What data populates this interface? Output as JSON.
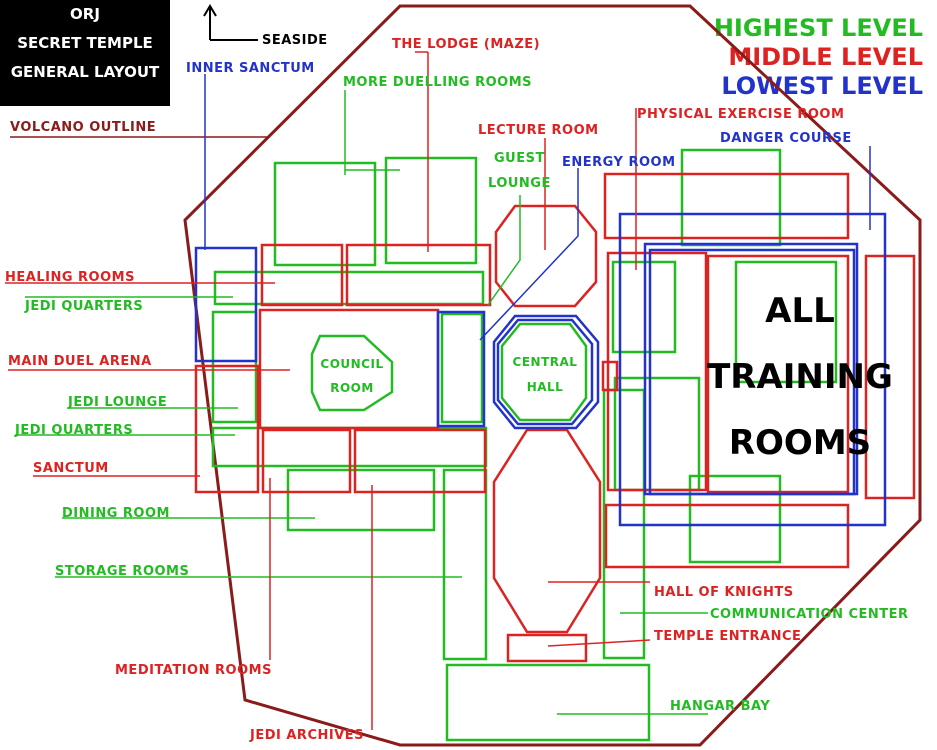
{
  "header": {
    "line1": "ORJ",
    "line2": "SECRET TEMPLE",
    "line3": "GENERAL LAYOUT"
  },
  "legend": {
    "highest": "HIGHEST LEVEL",
    "middle": "MIDDLE LEVEL",
    "lowest": "LOWEST LEVEL",
    "colors": {
      "highest": "#22bb22",
      "middle": "#dd2222",
      "lowest": "#2233cc"
    }
  },
  "compass": {
    "label": "SEASIDE"
  },
  "rooms": {
    "council_room": [
      "COUNCIL",
      "ROOM"
    ],
    "central_hall": [
      "CENTRAL",
      "HALL"
    ],
    "all_training_rooms": [
      "ALL",
      "TRAINING",
      "ROOMS"
    ]
  },
  "labels": {
    "the_lodge": "THE LODGE (MAZE)",
    "inner_sanctum": "INNER SANCTUM",
    "more_duelling_rooms": "MORE DUELLING ROOMS",
    "volcano_outline": "VOLCANO OUTLINE",
    "lecture_room": "LECTURE ROOM",
    "guest": "GUEST",
    "lounge": "LOUNGE",
    "energy_room": "ENERGY ROOM",
    "physical_exercise_room": "PHYSICAL EXERCISE ROOM",
    "danger_course": "DANGER COURSE",
    "healing_rooms": "HEALING ROOMS",
    "jedi_quarters_top": "JEDI QUARTERS",
    "main_duel_arena": "MAIN DUEL ARENA",
    "jedi_lounge": "JEDI LOUNGE",
    "jedi_quarters_bottom": "JEDI QUARTERS",
    "sanctum": "SANCTUM",
    "dining_room": "DINING ROOM",
    "storage_rooms": "STORAGE ROOMS",
    "meditation_rooms": "MEDITATION ROOMS",
    "jedi_archives": "JEDI ARCHIVES",
    "hall_of_knights": "HALL OF KNIGHTS",
    "communication_center": "COMMUNICATION CENTER",
    "temple_entrance": "TEMPLE ENTRANCE",
    "hangar_bay": "HANGAR BAY"
  },
  "colors": {
    "outline": "#8b1a1a",
    "label_dark": "#8b1a1a"
  }
}
